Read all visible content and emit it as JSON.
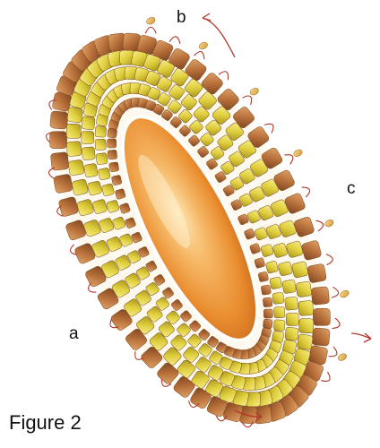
{
  "labels": {
    "a": "a",
    "b": "b",
    "c": "c"
  },
  "caption": "Figure 2",
  "colors": {
    "bead_brown": "#b8703a",
    "bead_yellow": "#e0cf3e",
    "center_stone": "#e98c2e",
    "thread": "#b3372b"
  }
}
